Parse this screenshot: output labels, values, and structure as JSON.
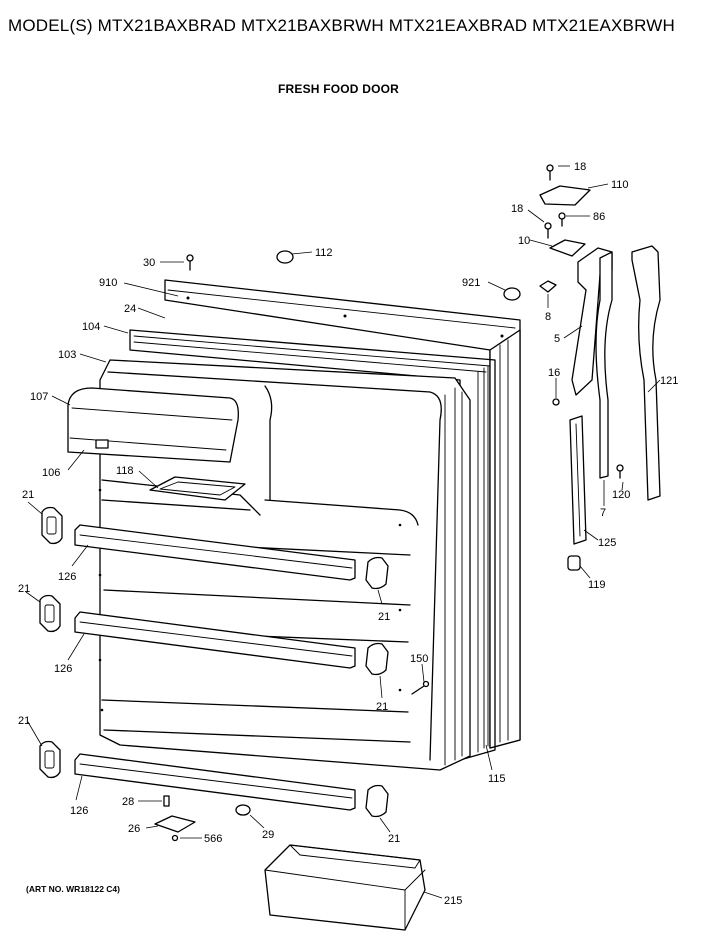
{
  "header": {
    "title": "MODEL(S) MTX21BAXBRAD  MTX21BAXBRWH  MTX21EAXBRAD  MTX21EAXBRWH",
    "subtitle": "FRESH FOOD DOOR"
  },
  "footer": {
    "art_no": "(ART NO. WR18122 C4)"
  },
  "part_labels": {
    "p18a": "18",
    "p110": "110",
    "p18b": "18",
    "p86": "86",
    "p10": "10",
    "p30": "30",
    "p112": "112",
    "p910": "910",
    "p921": "921",
    "p24": "24",
    "p8": "8",
    "p104": "104",
    "p5": "5",
    "p103": "103",
    "p16": "16",
    "p121": "121",
    "p107": "107",
    "p106": "106",
    "p118": "118",
    "p120": "120",
    "p7": "7",
    "p21a": "21",
    "p125": "125",
    "p126a": "126",
    "p119": "119",
    "p21b": "21",
    "p21c": "21",
    "p126b": "126",
    "p150": "150",
    "p21d": "21",
    "p21e": "21",
    "p115": "115",
    "p126c": "126",
    "p28": "28",
    "p26": "26",
    "p566": "566",
    "p29": "29",
    "p21f": "21",
    "p215": "215"
  }
}
